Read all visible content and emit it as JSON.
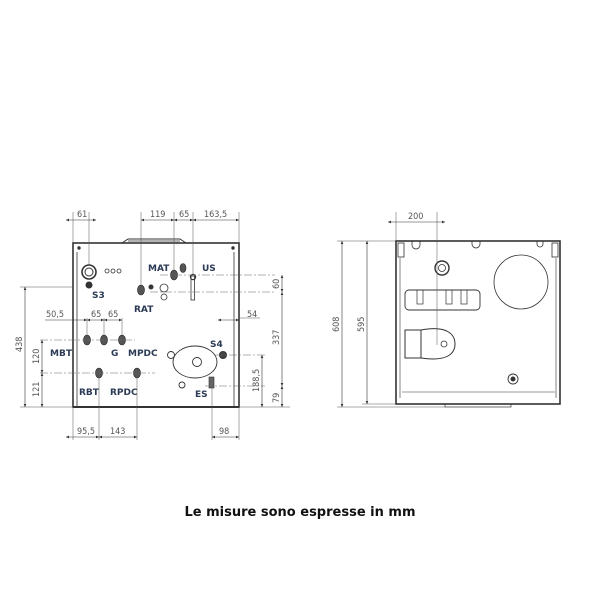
{
  "caption": "Le misure sono espresse in mm",
  "front_view": {
    "labels": {
      "S3": "S3",
      "MAT": "MAT",
      "US": "US",
      "RAT": "RAT",
      "MBT": "MBT",
      "G": "G",
      "MPDC": "MPDC",
      "S4": "S4",
      "RBT": "RBT",
      "RPDC": "RPDC",
      "ES": "ES"
    },
    "dimensions": {
      "top_61": "61",
      "top_119": "119",
      "top_65": "65",
      "top_163_5": "163,5",
      "mid_50_5": "50,5",
      "mid_65a": "65",
      "mid_65b": "65",
      "mid_54": "54",
      "left_438": "438",
      "left_120": "120",
      "left_121": "121",
      "right_60": "60",
      "right_337": "337",
      "right_188_5": "188,5",
      "right_79": "79",
      "bottom_95_5": "95,5",
      "bottom_143": "143",
      "bottom_98": "98"
    }
  },
  "side_view": {
    "dimensions": {
      "top_200": "200",
      "left_608": "608",
      "left_595": "595"
    }
  },
  "colors": {
    "line": "#333333",
    "dim_text": "#555555",
    "label": "#2b3a55"
  }
}
